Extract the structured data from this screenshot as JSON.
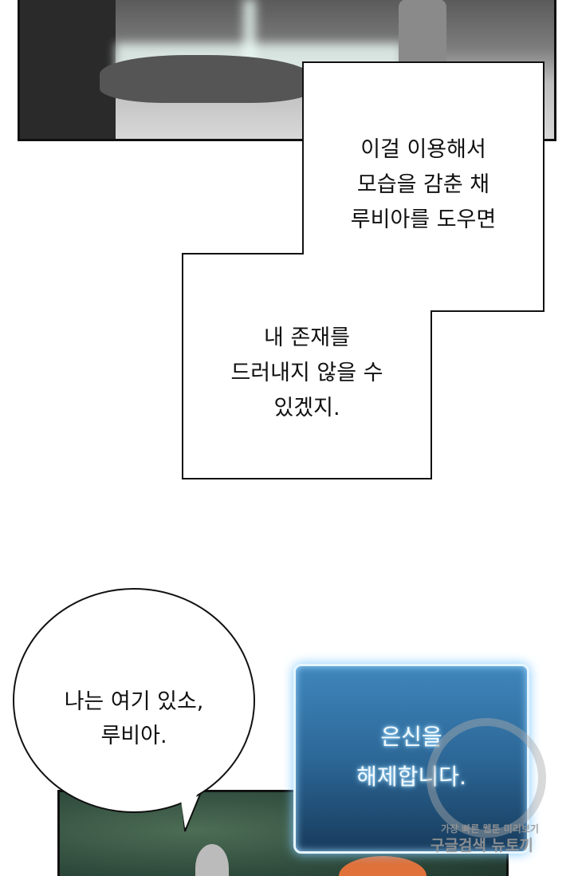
{
  "caption_boxes": [
    {
      "lines": [
        "이걸 이용해서",
        "모습을 감춘 채",
        "루비아를 도우면"
      ]
    },
    {
      "lines": [
        "내 존재를",
        "드러내지 않을 수",
        "있겠지."
      ]
    }
  ],
  "speech_bubble": {
    "lines": [
      "나는 여기 있소,",
      "루비아."
    ]
  },
  "system_window": {
    "lines": [
      "은신을",
      "해제합니다."
    ]
  },
  "watermark": {
    "line1": "가장 빠른 웹툰 미리보기",
    "line2": "구글검색 뉴토끼"
  },
  "colors": {
    "system_blue": "#2c6797",
    "forest": "#2e4a3c"
  }
}
